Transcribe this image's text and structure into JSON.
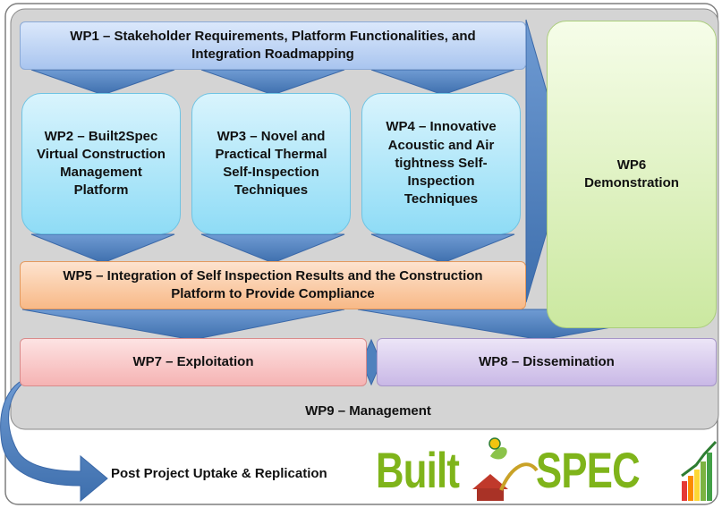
{
  "wp1": {
    "label": "WP1 – Stakeholder Requirements, Platform Functionalities, and Integration Roadmapping"
  },
  "wp2": {
    "label": "WP2 – Built2Spec Virtual Construction Management Platform"
  },
  "wp3": {
    "label": "WP3 – Novel and Practical Thermal Self-Inspection Techniques"
  },
  "wp4": {
    "label": "WP4 – Innovative Acoustic and Air tightness Self-Inspection Techniques"
  },
  "wp5": {
    "label": "WP5 – Integration of Self Inspection Results and the Construction Platform to Provide Compliance"
  },
  "wp6": {
    "label": "WP6 Demonstration"
  },
  "wp7": {
    "label": "WP7 – Exploitation"
  },
  "wp8": {
    "label": "WP8 – Dissemination"
  },
  "wp9": {
    "label": "WP9 – Management"
  },
  "post": {
    "label": "Post Project Uptake & Replication"
  },
  "logo": {
    "built": "Built",
    "spec": "SPEC"
  },
  "colors": {
    "frame_fill": "#d4d4d4",
    "arrow_blue": "#4f81bd",
    "wp1": "#b8d0f2",
    "wp2_4": "#a8e3f8",
    "wp5": "#f9c59b",
    "wp6": "#dcf2bb",
    "wp7": "#f7c2c2",
    "wp8": "#d7caed",
    "logo_green": "#7fb41a"
  },
  "icons": [
    "house-leaf-icon",
    "success-bars-icon"
  ]
}
